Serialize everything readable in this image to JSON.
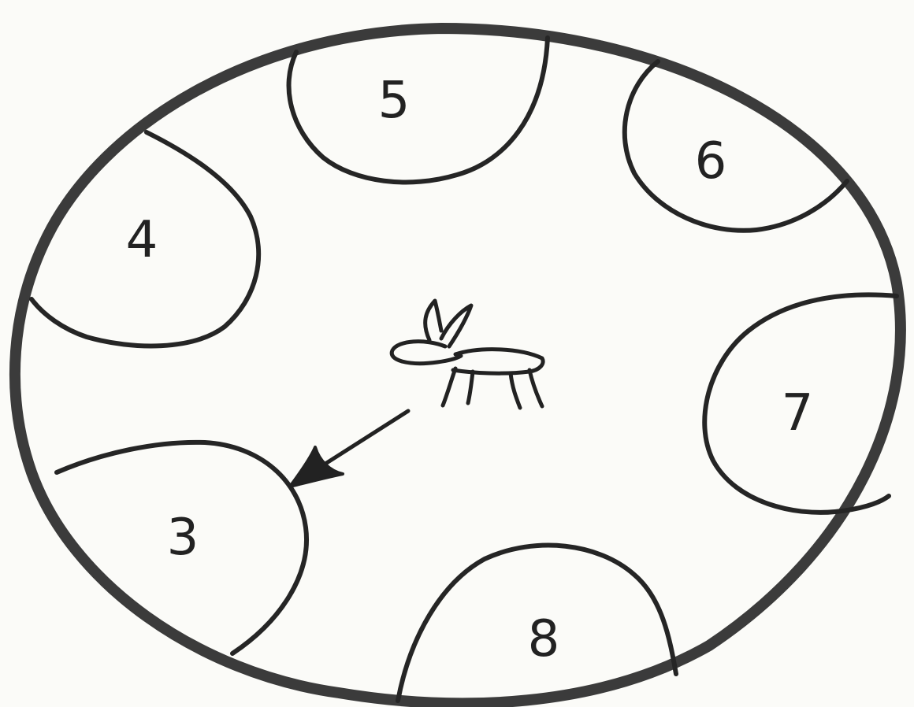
{
  "diagram": {
    "regions": [
      {
        "id": "region-3",
        "label": "3"
      },
      {
        "id": "region-4",
        "label": "4"
      },
      {
        "id": "region-5",
        "label": "5"
      },
      {
        "id": "region-6",
        "label": "6"
      },
      {
        "id": "region-7",
        "label": "7"
      },
      {
        "id": "region-8",
        "label": "8"
      }
    ],
    "center_figure": "animal-sketch",
    "arrow_target": "3",
    "colors": {
      "ink": "#222222",
      "outer_border": "#3b3b3b",
      "background": "#fbfbf8"
    }
  }
}
